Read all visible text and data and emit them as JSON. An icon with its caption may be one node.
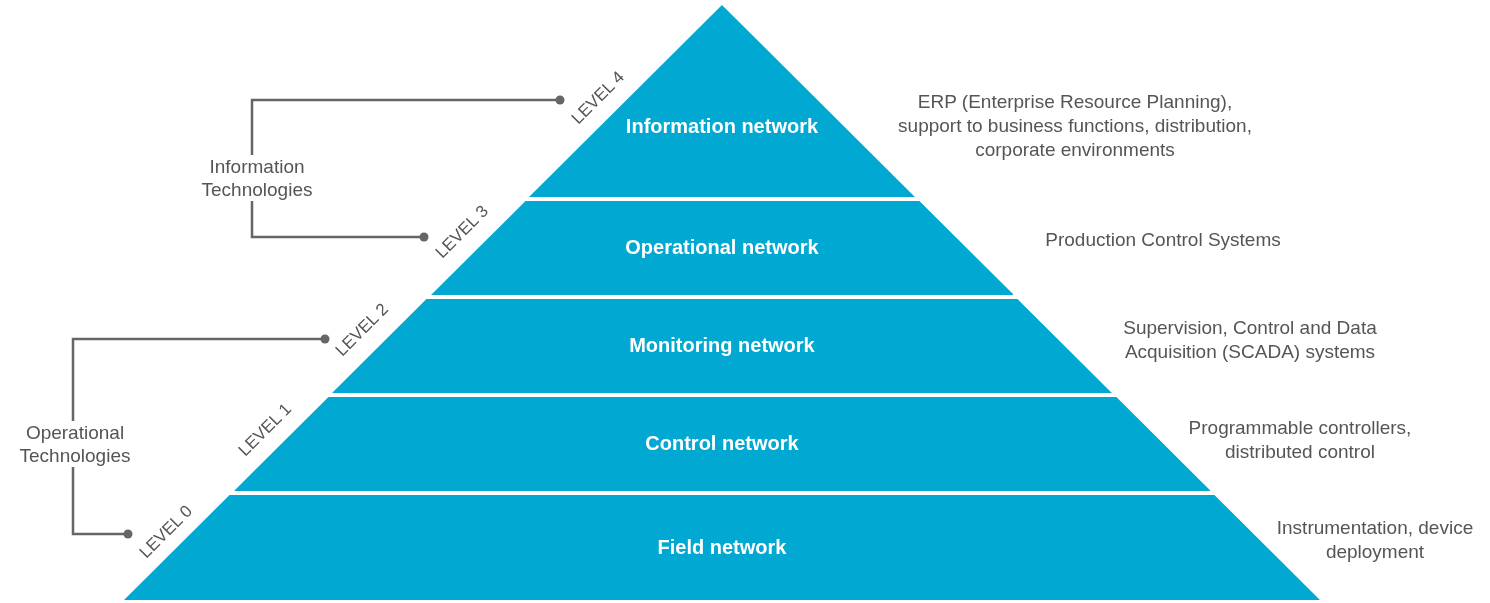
{
  "diagram": {
    "nodes": [
      {
        "text": [
          "Information network"
        ],
        "beside": [
          "LEVEL 4",
          "ERP (Enterprise Resource Planning), support to business functions, distribution, corporate environments"
        ]
      },
      {
        "text": [
          "Operational network"
        ],
        "beside": [
          "LEVEL 3",
          "Production Control Systems"
        ]
      },
      {
        "text": [
          "Monitoring network"
        ],
        "beside": [
          "LEVEL 2",
          "Supervision, Control and Data Acquisition (SCADA) systems"
        ]
      },
      {
        "text": [
          "Control network"
        ],
        "beside": [
          "LEVEL 1",
          "Programmable controllers, distributed control"
        ]
      },
      {
        "text": [
          "Field network"
        ],
        "beside": [
          "LEVEL 0",
          "Instrumentation, device deployment"
        ]
      },
      {
        "text": [
          "Information Technologies"
        ]
      },
      {
        "text": [
          "Operational Technologies"
        ]
      }
    ],
    "edges": [
      {
        "from": 5,
        "to": 0,
        "arrow": "other"
      },
      {
        "from": 5,
        "to": 1,
        "arrow": "other"
      },
      {
        "from": 6,
        "to": 2,
        "arrow": "other"
      },
      {
        "from": 6,
        "to": 4,
        "arrow": "other"
      }
    ]
  }
}
